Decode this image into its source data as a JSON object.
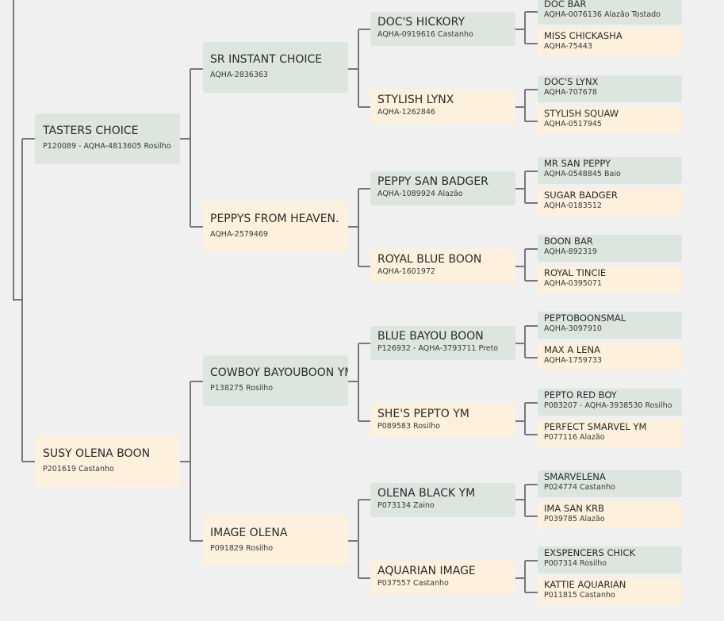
{
  "colors": {
    "sire_bg": "#dde5df",
    "dam_bg": "#fdf0dc",
    "line": "#777777"
  },
  "gen1": [
    {
      "id": "n1",
      "name": "TASTERS CHOICE",
      "info": "P120089 - AQHA-4813605 Rosilho"
    },
    {
      "id": "n2",
      "name": "SUSY OLENA BOON",
      "info": "P201619 Castanho"
    }
  ],
  "gen2": [
    {
      "id": "n3",
      "name": "SR INSTANT CHOICE",
      "info": "AQHA-2836363"
    },
    {
      "id": "n4",
      "name": "PEPPYS FROM HEAVEN.",
      "info": "AQHA-2579469"
    },
    {
      "id": "n5",
      "name": "COWBOY BAYOUBOON YM",
      "info": "P138275 Rosilho"
    },
    {
      "id": "n6",
      "name": "IMAGE OLENA",
      "info": "P091829 Rosilho"
    }
  ],
  "gen3": [
    {
      "id": "n7",
      "name": "DOC'S HICKORY",
      "info": "AQHA-0919616 Castanho"
    },
    {
      "id": "n8",
      "name": "STYLISH LYNX",
      "info": "AQHA-1262846"
    },
    {
      "id": "n9",
      "name": "PEPPY SAN BADGER",
      "info": "AQHA-1089924 Alazão"
    },
    {
      "id": "n10",
      "name": "ROYAL BLUE BOON",
      "info": "AQHA-1601972"
    },
    {
      "id": "n11",
      "name": "BLUE BAYOU BOON",
      "info": "P126932 - AQHA-3793711 Preto"
    },
    {
      "id": "n12",
      "name": "SHE'S PEPTO YM",
      "info": "P089583 Rosilho"
    },
    {
      "id": "n13",
      "name": "OLENA BLACK YM",
      "info": "P073134 Zaino"
    },
    {
      "id": "n14",
      "name": "AQUARIAN IMAGE",
      "info": "P037557 Castanho"
    }
  ],
  "gen4": [
    {
      "id": "n15",
      "name": "DOC BAR",
      "info": "AQHA-0076136 Alazão Tostado"
    },
    {
      "id": "n16",
      "name": "MISS CHICKASHA",
      "info": "AQHA-75443"
    },
    {
      "id": "n17",
      "name": "DOC'S LYNX",
      "info": "AQHA-707678"
    },
    {
      "id": "n18",
      "name": "STYLISH SQUAW",
      "info": "AQHA-0517945"
    },
    {
      "id": "n19",
      "name": "MR SAN PEPPY",
      "info": "AQHA-0548845 Baio"
    },
    {
      "id": "n20",
      "name": "SUGAR BADGER",
      "info": "AQHA-0183512"
    },
    {
      "id": "n21",
      "name": "BOON BAR",
      "info": "AQHA-892319"
    },
    {
      "id": "n22",
      "name": "ROYAL TINCIE",
      "info": "AQHA-0395071"
    },
    {
      "id": "n23",
      "name": "PEPTOBOONSMAL",
      "info": "AQHA-3097910"
    },
    {
      "id": "n24",
      "name": "MAX A LENA",
      "info": "AQHA-1759733"
    },
    {
      "id": "n25",
      "name": "PEPTO RED BOY",
      "info": "P083207 - AQHA-3938530 Rosilho"
    },
    {
      "id": "n26",
      "name": "PERFECT SMARVEL YM",
      "info": "P077116 Alazão"
    },
    {
      "id": "n27",
      "name": "SMARVELENA",
      "info": "P024774 Castanho"
    },
    {
      "id": "n28",
      "name": "IMA SAN KRB",
      "info": "P039785 Alazão"
    },
    {
      "id": "n29",
      "name": "EXSPENCERS CHICK",
      "info": "P007314 Rosilho"
    },
    {
      "id": "n30",
      "name": "KATTIE AQUARIAN",
      "info": "P011815 Castanho"
    }
  ]
}
